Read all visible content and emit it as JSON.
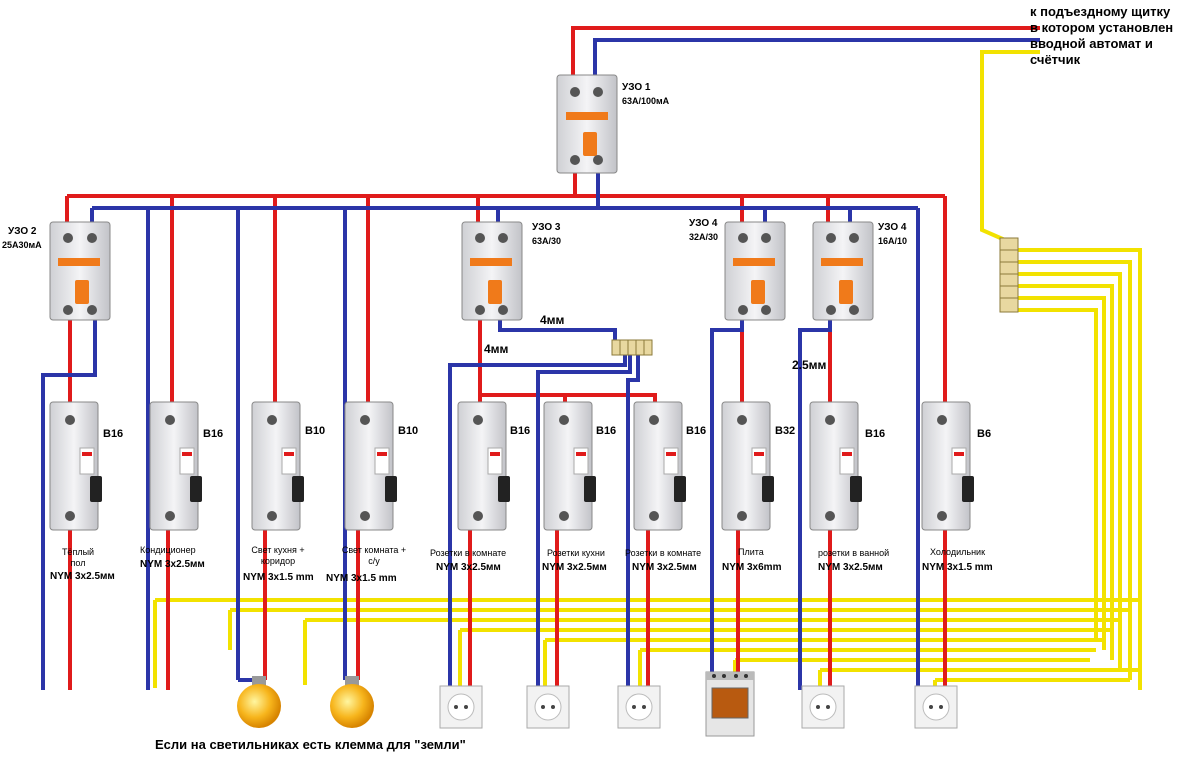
{
  "top_note": [
    "к подъездному щитку",
    "в котором установлен",
    "вводной автомат и",
    "счётчик"
  ],
  "rcds": [
    {
      "name": "УЗО 1",
      "rating": "63А/100мА"
    },
    {
      "name": "УЗО 2",
      "rating": "25А30мА"
    },
    {
      "name": "УЗО 3",
      "rating": "63А/30"
    },
    {
      "name": "УЗО 4",
      "rating": "32А/30"
    },
    {
      "name": "УЗО 4",
      "rating": "16А/10"
    }
  ],
  "cable_sizes": {
    "a": "4мм",
    "b": "4мм",
    "c": "2.5мм"
  },
  "breakers": [
    {
      "rating": "В16",
      "circuit": [
        "Тёплый",
        "пол"
      ],
      "cable": "NYM 3х2.5мм"
    },
    {
      "rating": "В16",
      "circuit": [
        "Кондиционер"
      ],
      "cable": "NYM 3х2.5мм"
    },
    {
      "rating": "В10",
      "circuit": [
        "Свет кухня +",
        "коридор"
      ],
      "cable": "NYM 3х1.5 mm"
    },
    {
      "rating": "В10",
      "circuit": [
        "Свет комната +",
        "с/у"
      ],
      "cable": "NYM 3х1.5 mm"
    },
    {
      "rating": "В16",
      "circuit": [
        "Розетки в комнате"
      ],
      "cable": "NYM 3х2.5мм"
    },
    {
      "rating": "В16",
      "circuit": [
        "Розетки кухни"
      ],
      "cable": "NYM 3х2.5мм"
    },
    {
      "rating": "В16",
      "circuit": [
        "Розетки в комнате"
      ],
      "cable": "NYM 3х2.5мм"
    },
    {
      "rating": "В32",
      "circuit": [
        "Плита"
      ],
      "cable": "NYM 3х6mm"
    },
    {
      "rating": "В16",
      "circuit": [
        "розетки в ванной"
      ],
      "cable": "NYM 3х2.5мм"
    },
    {
      "rating": "В6",
      "circuit": [
        "Холодильник"
      ],
      "cable": "NYM 3х1.5 mm"
    }
  ],
  "caption": "Если на светильниках есть клемма для \"земли\"",
  "colors": {
    "phase": "#e01b1b",
    "neutral": "#2b35a8",
    "earth": "#f2e200",
    "device": "#e8e8ea",
    "handle": "#f07a1a"
  }
}
